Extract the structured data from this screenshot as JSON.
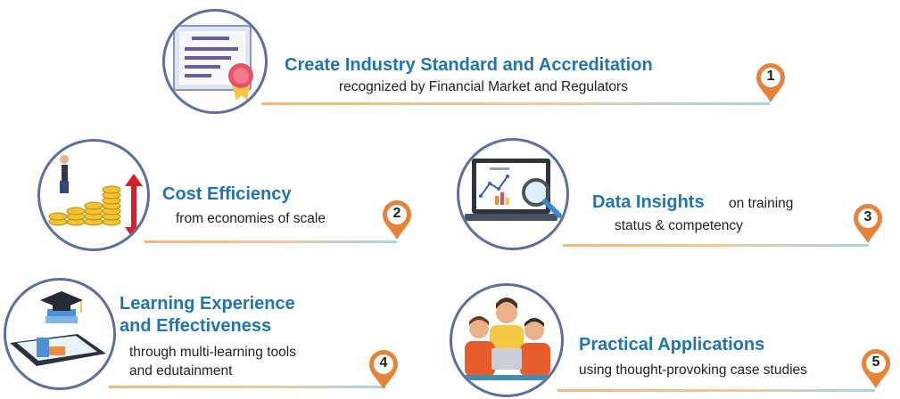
{
  "items": [
    {
      "number": "1",
      "title": "Create Industry Standard and Accreditation",
      "subtitle": "recognized by Financial Market and Regulators",
      "icon": "certificate-icon"
    },
    {
      "number": "2",
      "title": "Cost Efficiency",
      "subtitle": "from economies of scale",
      "icon": "coins-stairs-icon"
    },
    {
      "number": "3",
      "title": "Data Insights",
      "title_suffix": "on training",
      "subtitle": "status & competency",
      "icon": "laptop-analytics-icon"
    },
    {
      "number": "4",
      "title_line1": "Learning Experience",
      "title_line2": "and Effectiveness",
      "subtitle_line1": "through multi-learning tools",
      "subtitle_line2": "and edutainment",
      "icon": "tablet-graduation-icon"
    },
    {
      "number": "5",
      "title": "Practical Applications",
      "subtitle": "using thought-provoking case studies",
      "icon": "team-laptop-icon"
    }
  ],
  "colors": {
    "title": "#1f74b6",
    "pin": "#e8823a",
    "ring": "#5b6fa0",
    "line_start": "#f5b777",
    "line_end": "#9fd8ec"
  }
}
